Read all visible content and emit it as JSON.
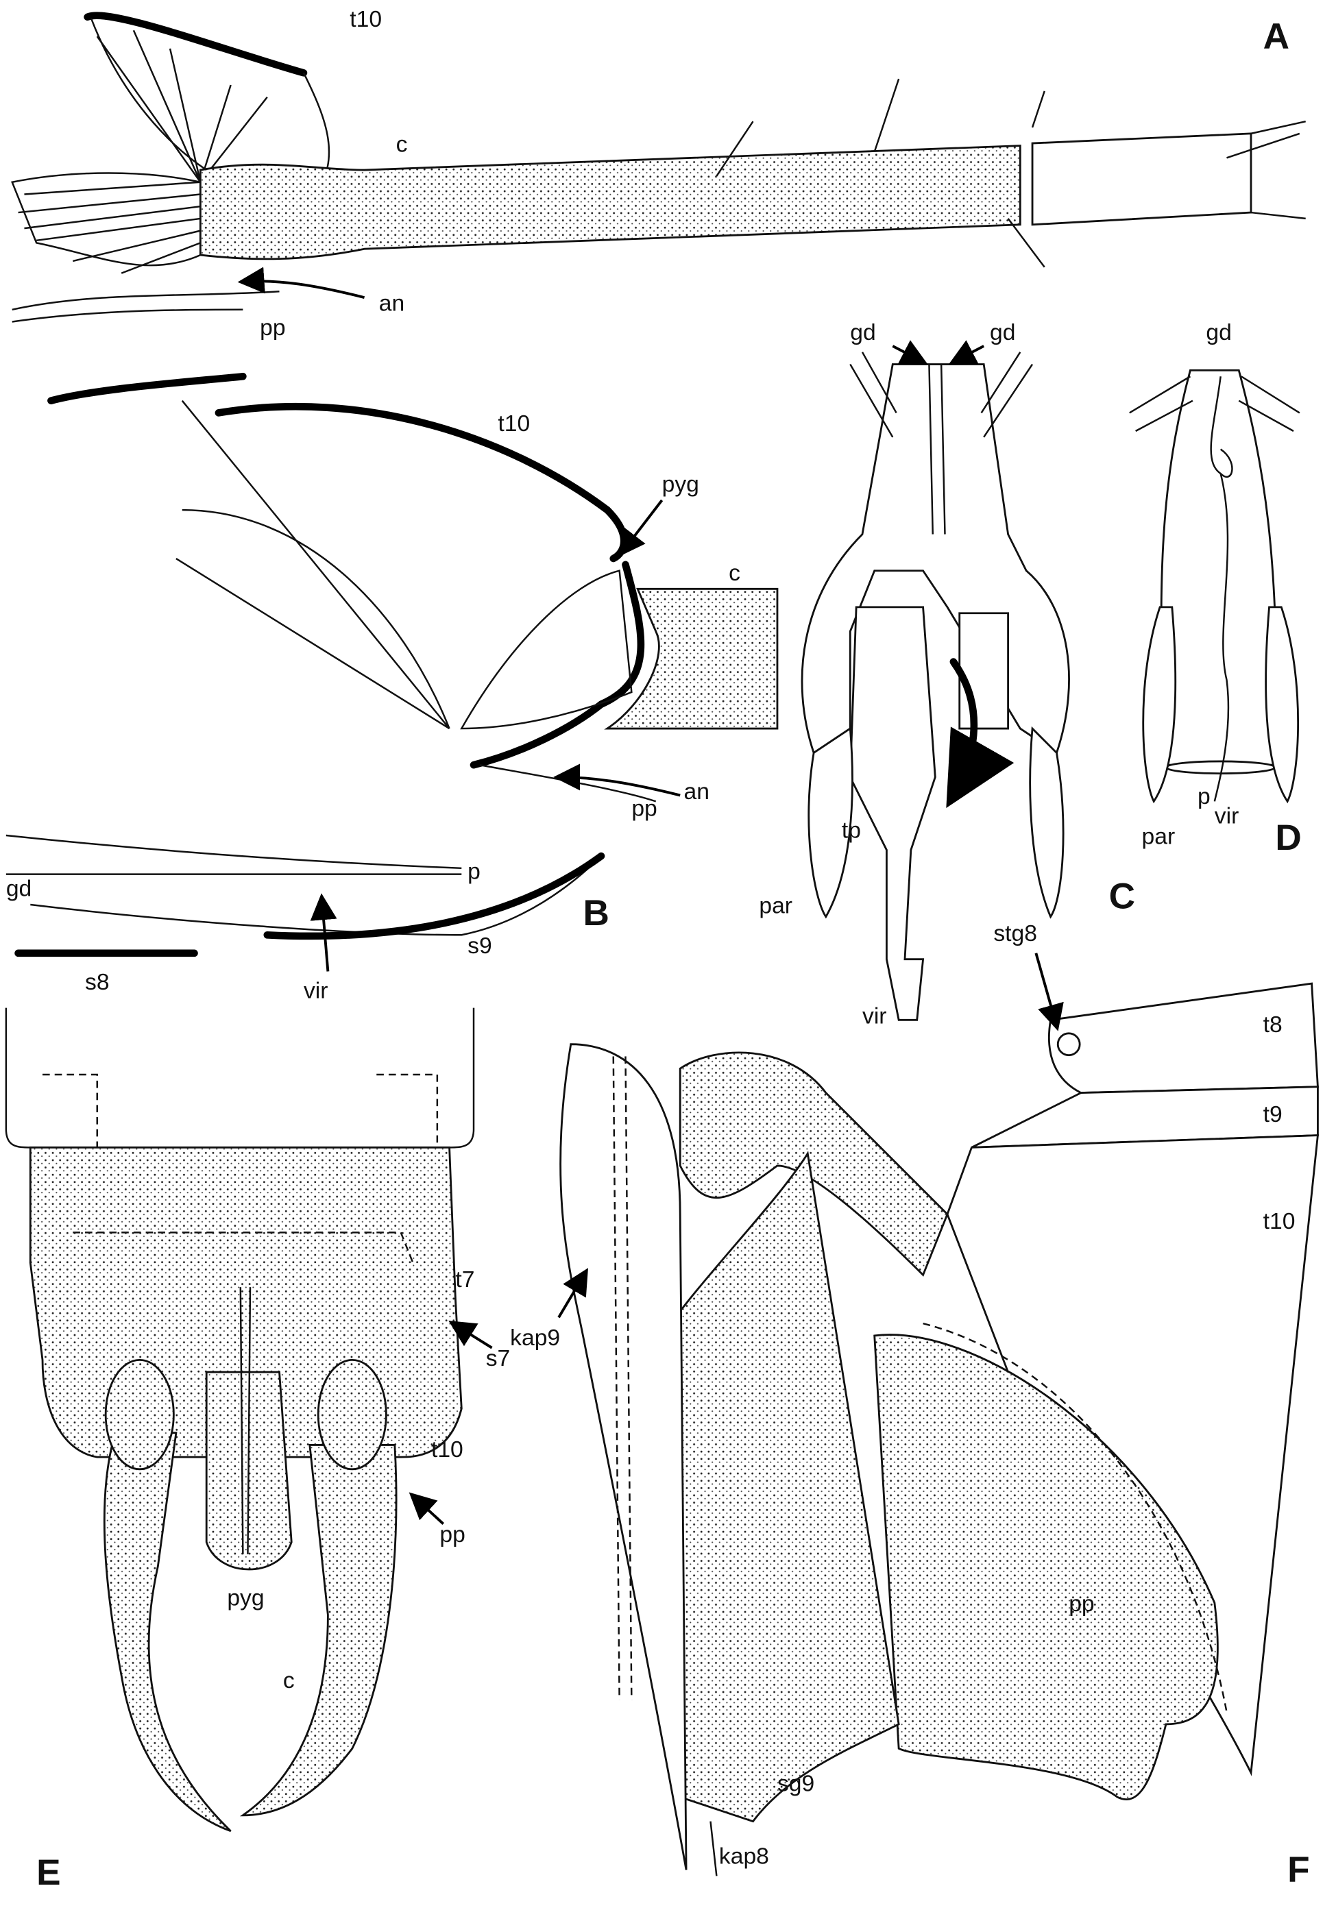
{
  "panels": {
    "A": {
      "letter": "A",
      "labels": {
        "t10": "t10",
        "c": "c",
        "an": "an",
        "pp": "pp"
      }
    },
    "B": {
      "letter": "B",
      "labels": {
        "t10": "t10",
        "pyg": "pyg",
        "c": "c",
        "an": "an",
        "pp": "pp",
        "p": "p",
        "gd": "gd",
        "s9": "s9",
        "s8": "s8",
        "vir": "vir"
      }
    },
    "C": {
      "letter": "C",
      "labels": {
        "gd_left": "gd",
        "gd_right": "gd",
        "tp": "tp",
        "par": "par",
        "vir": "vir"
      }
    },
    "D": {
      "letter": "D",
      "labels": {
        "gd": "gd",
        "p": "p",
        "vir": "vir",
        "par": "par"
      }
    },
    "E": {
      "letter": "E",
      "labels": {
        "t7": "t7",
        "s7": "s7",
        "t10": "t10",
        "pp": "pp",
        "pyg": "pyg",
        "c": "c"
      }
    },
    "F": {
      "letter": "F",
      "labels": {
        "stg8": "stg8",
        "t8": "t8",
        "t9": "t9",
        "t10": "t10",
        "kap9": "kap9",
        "pp": "pp",
        "sg9": "sg9",
        "kap8": "kap8"
      }
    }
  }
}
